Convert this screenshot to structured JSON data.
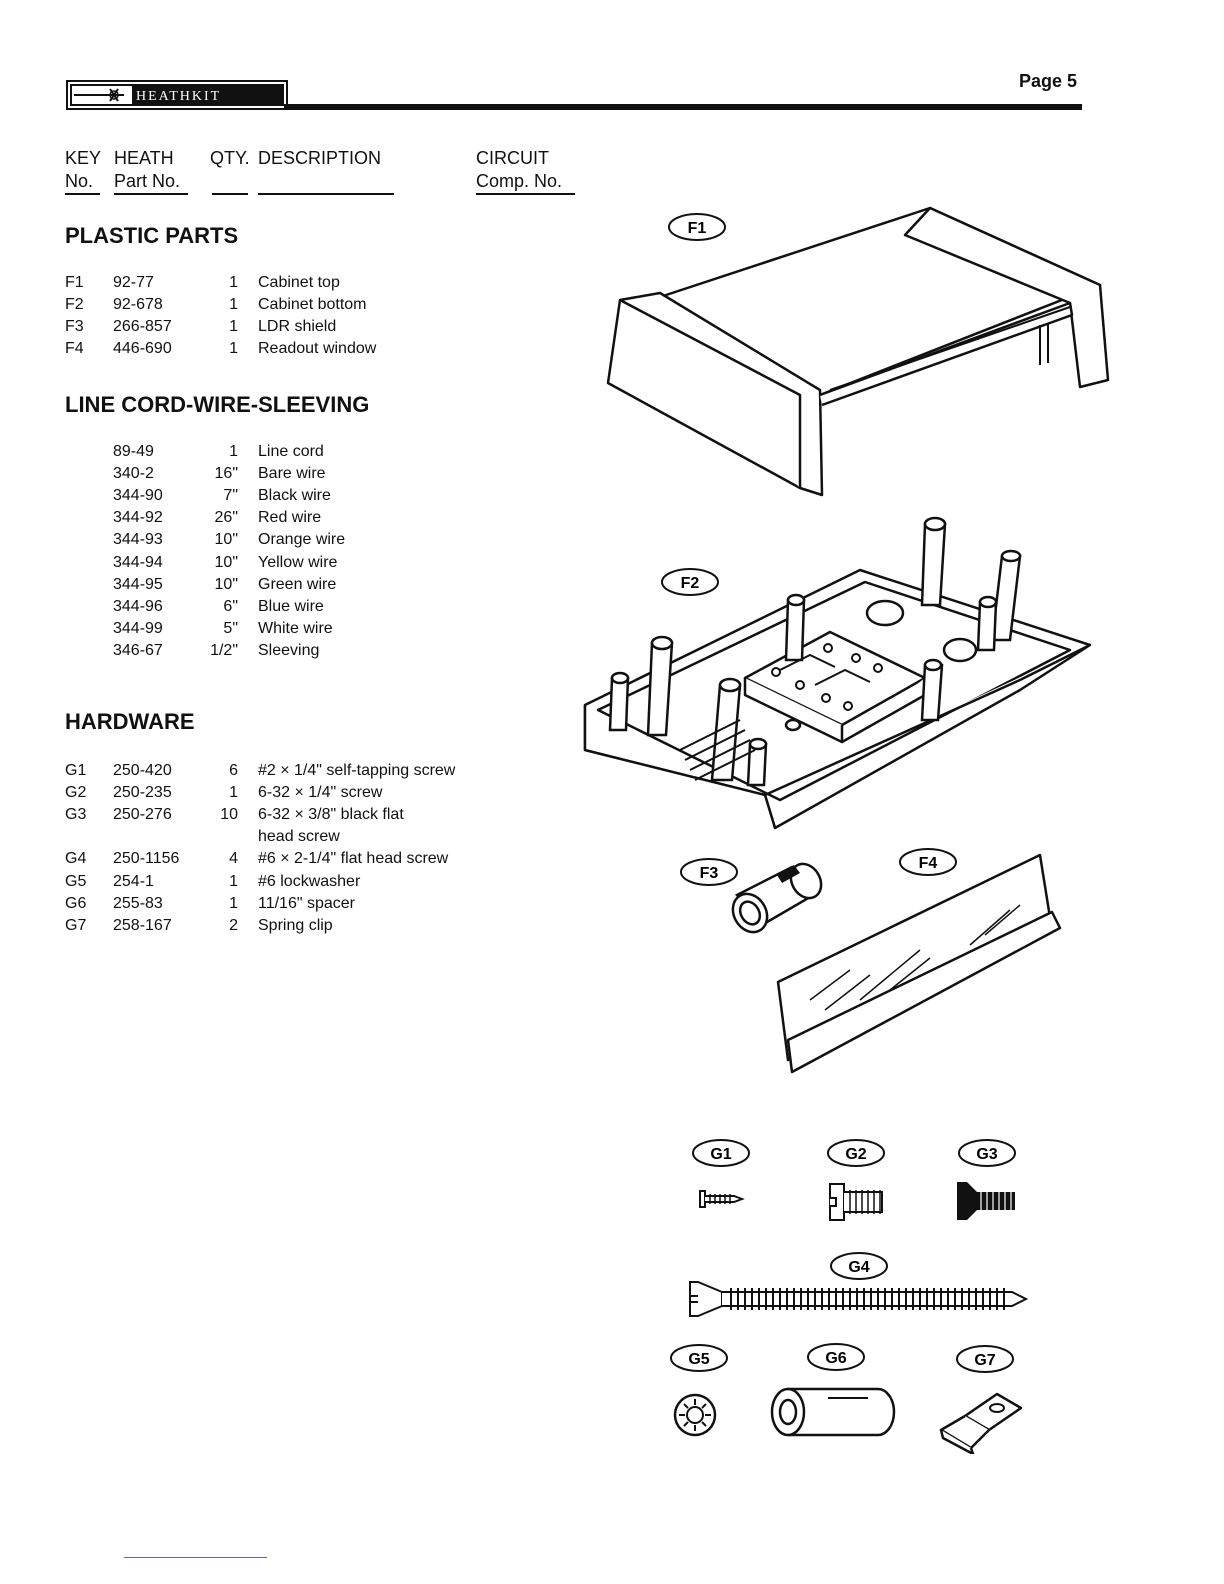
{
  "header": {
    "brand": "HEATHKIT",
    "page_label": "Page 5"
  },
  "columns": {
    "key_line1": "KEY",
    "key_line2": "No.",
    "heath_line1": "HEATH",
    "heath_line2": "Part No.",
    "qty": "QTY.",
    "description": "DESCRIPTION",
    "circuit_line1": "CIRCUIT",
    "circuit_line2": "Comp. No."
  },
  "sections": [
    {
      "title": "PLASTIC PARTS",
      "rows": [
        {
          "key": "F1",
          "part": "92-77",
          "qty": "1",
          "desc": "Cabinet top"
        },
        {
          "key": "F2",
          "part": "92-678",
          "qty": "1",
          "desc": "Cabinet bottom"
        },
        {
          "key": "F3",
          "part": "266-857",
          "qty": "1",
          "desc": "LDR shield"
        },
        {
          "key": "F4",
          "part": "446-690",
          "qty": "1",
          "desc": "Readout window"
        }
      ]
    },
    {
      "title": "LINE CORD-WIRE-SLEEVING",
      "rows": [
        {
          "key": "",
          "part": "89-49",
          "qty": "1",
          "desc": "Line cord"
        },
        {
          "key": "",
          "part": "340-2",
          "qty": "16\"",
          "desc": "Bare wire"
        },
        {
          "key": "",
          "part": "344-90",
          "qty": "7\"",
          "desc": "Black wire"
        },
        {
          "key": "",
          "part": "344-92",
          "qty": "26\"",
          "desc": "Red wire"
        },
        {
          "key": "",
          "part": "344-93",
          "qty": "10\"",
          "desc": "Orange wire"
        },
        {
          "key": "",
          "part": "344-94",
          "qty": "10\"",
          "desc": "Yellow wire"
        },
        {
          "key": "",
          "part": "344-95",
          "qty": "10\"",
          "desc": "Green wire"
        },
        {
          "key": "",
          "part": "344-96",
          "qty": "6\"",
          "desc": "Blue wire"
        },
        {
          "key": "",
          "part": "344-99",
          "qty": "5\"",
          "desc": "White wire"
        },
        {
          "key": "",
          "part": "346-67",
          "qty": "1/2\"",
          "desc": "Sleeving"
        }
      ]
    },
    {
      "title": "HARDWARE",
      "rows": [
        {
          "key": "G1",
          "part": "250-420",
          "qty": "6",
          "desc": "#2 × 1/4\" self-tapping screw"
        },
        {
          "key": "G2",
          "part": "250-235",
          "qty": "1",
          "desc": "6-32 × 1/4\" screw"
        },
        {
          "key": "G3",
          "part": "250-276",
          "qty": "10",
          "desc": "6-32 × 3/8\" black flat"
        },
        {
          "key": "",
          "part": "",
          "qty": "",
          "desc": "head screw"
        },
        {
          "key": "G4",
          "part": "250-1156",
          "qty": "4",
          "desc": "#6 × 2-1/4\" flat head screw"
        },
        {
          "key": "G5",
          "part": "254-1",
          "qty": "1",
          "desc": "#6 lockwasher"
        },
        {
          "key": "G6",
          "part": "255-83",
          "qty": "1",
          "desc": "11/16\" spacer"
        },
        {
          "key": "G7",
          "part": "258-167",
          "qty": "2",
          "desc": "Spring clip"
        }
      ]
    }
  ],
  "callouts": {
    "F1": "F1",
    "F2": "F2",
    "F3": "F3",
    "F4": "F4",
    "G1": "G1",
    "G2": "G2",
    "G3": "G3",
    "G4": "G4",
    "G5": "G5",
    "G6": "G6",
    "G7": "G7"
  },
  "colors": {
    "ink": "#111111",
    "paper": "#ffffff"
  }
}
